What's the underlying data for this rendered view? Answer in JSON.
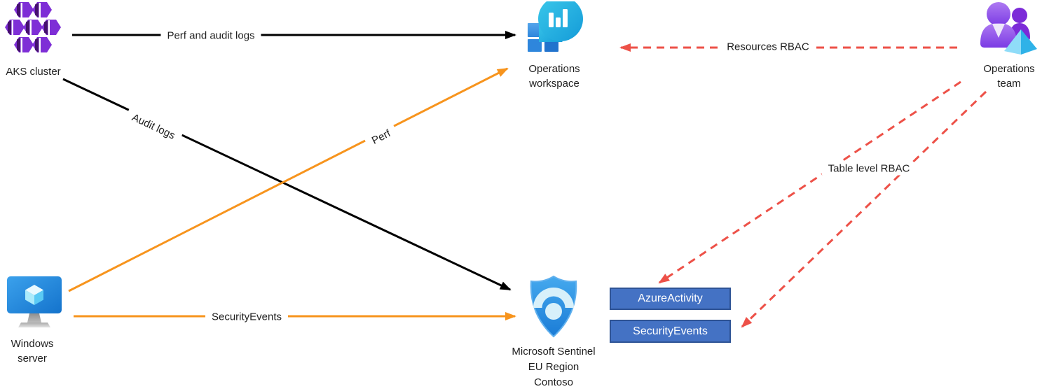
{
  "nodes": {
    "aks_cluster": {
      "label": "AKS cluster",
      "icon": "aks-cluster-icon"
    },
    "operations_workspace": {
      "line1": "Operations",
      "line2": "workspace",
      "icon": "log-analytics-workspace-icon"
    },
    "operations_team": {
      "line1": "Operations",
      "line2": "team",
      "icon": "operations-team-icon"
    },
    "windows_server": {
      "line1": "Windows",
      "line2": "server",
      "icon": "windows-server-icon"
    },
    "microsoft_sentinel": {
      "line1": "Microsoft Sentinel",
      "line2": "EU Region",
      "line3": "Contoso",
      "icon": "sentinel-shield-icon"
    }
  },
  "tables": [
    {
      "label": "AzureActivity"
    },
    {
      "label": "SecurityEvents"
    }
  ],
  "edges": [
    {
      "id": "perf-and-audit-logs",
      "label": "Perf and audit logs",
      "from": "AKS cluster",
      "to": "Operations workspace",
      "style": "solid",
      "color": "#000000"
    },
    {
      "id": "audit-logs",
      "label": "Audit logs",
      "from": "AKS cluster",
      "to": "Microsoft Sentinel",
      "style": "solid",
      "color": "#000000"
    },
    {
      "id": "perf",
      "label": "Perf",
      "from": "Windows server",
      "to": "Operations workspace",
      "style": "solid",
      "color": "#F7941D"
    },
    {
      "id": "security-events",
      "label": "SecurityEvents",
      "from": "Windows server",
      "to": "Microsoft Sentinel",
      "style": "solid",
      "color": "#F7941D"
    },
    {
      "id": "resources-rbac",
      "label": "Resources RBAC",
      "from": "Operations team",
      "to": "Operations workspace",
      "style": "dashed",
      "color": "#ED5148"
    },
    {
      "id": "table-level-rbac",
      "label": "Table level RBAC",
      "from": "Operations team",
      "to": "AzureActivity, SecurityEvents",
      "style": "dashed",
      "color": "#ED5148"
    }
  ],
  "colors": {
    "arrow_black": "#000000",
    "arrow_orange": "#F7941D",
    "arrow_red": "#ED5148",
    "table_fill": "#4472C4",
    "table_border": "#2E5395",
    "text": "#1f1f1f"
  }
}
